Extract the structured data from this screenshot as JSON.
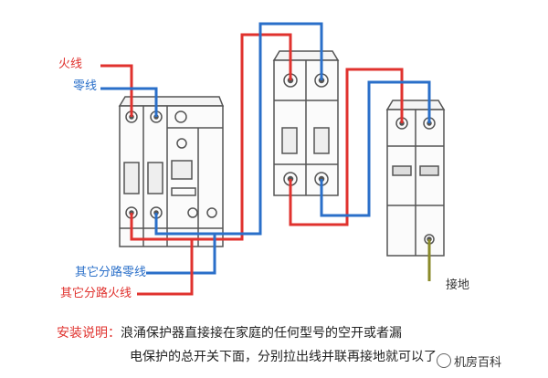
{
  "labels": {
    "live_wire": "火线",
    "neutral_wire": "零线",
    "branch_neutral": "其它分路零线",
    "branch_live": "其它分路火线",
    "ground": "接地"
  },
  "caption": {
    "prefix": "安装说明：",
    "line1": "浪涌保护器直接接在家庭的任何型号的空开或者漏",
    "line2": "电保护的总开关下面，分别拉出线并联再接地就可以了"
  },
  "watermark": "机房百科",
  "colors": {
    "live": "#e0322e",
    "neutral": "#2a6fc9",
    "ground": "#8a8a2a",
    "caption_key": "#e0322e",
    "device_outline": "#555555"
  },
  "icons": [
    "breaker-device",
    "spd-device",
    "wechat-icon"
  ]
}
